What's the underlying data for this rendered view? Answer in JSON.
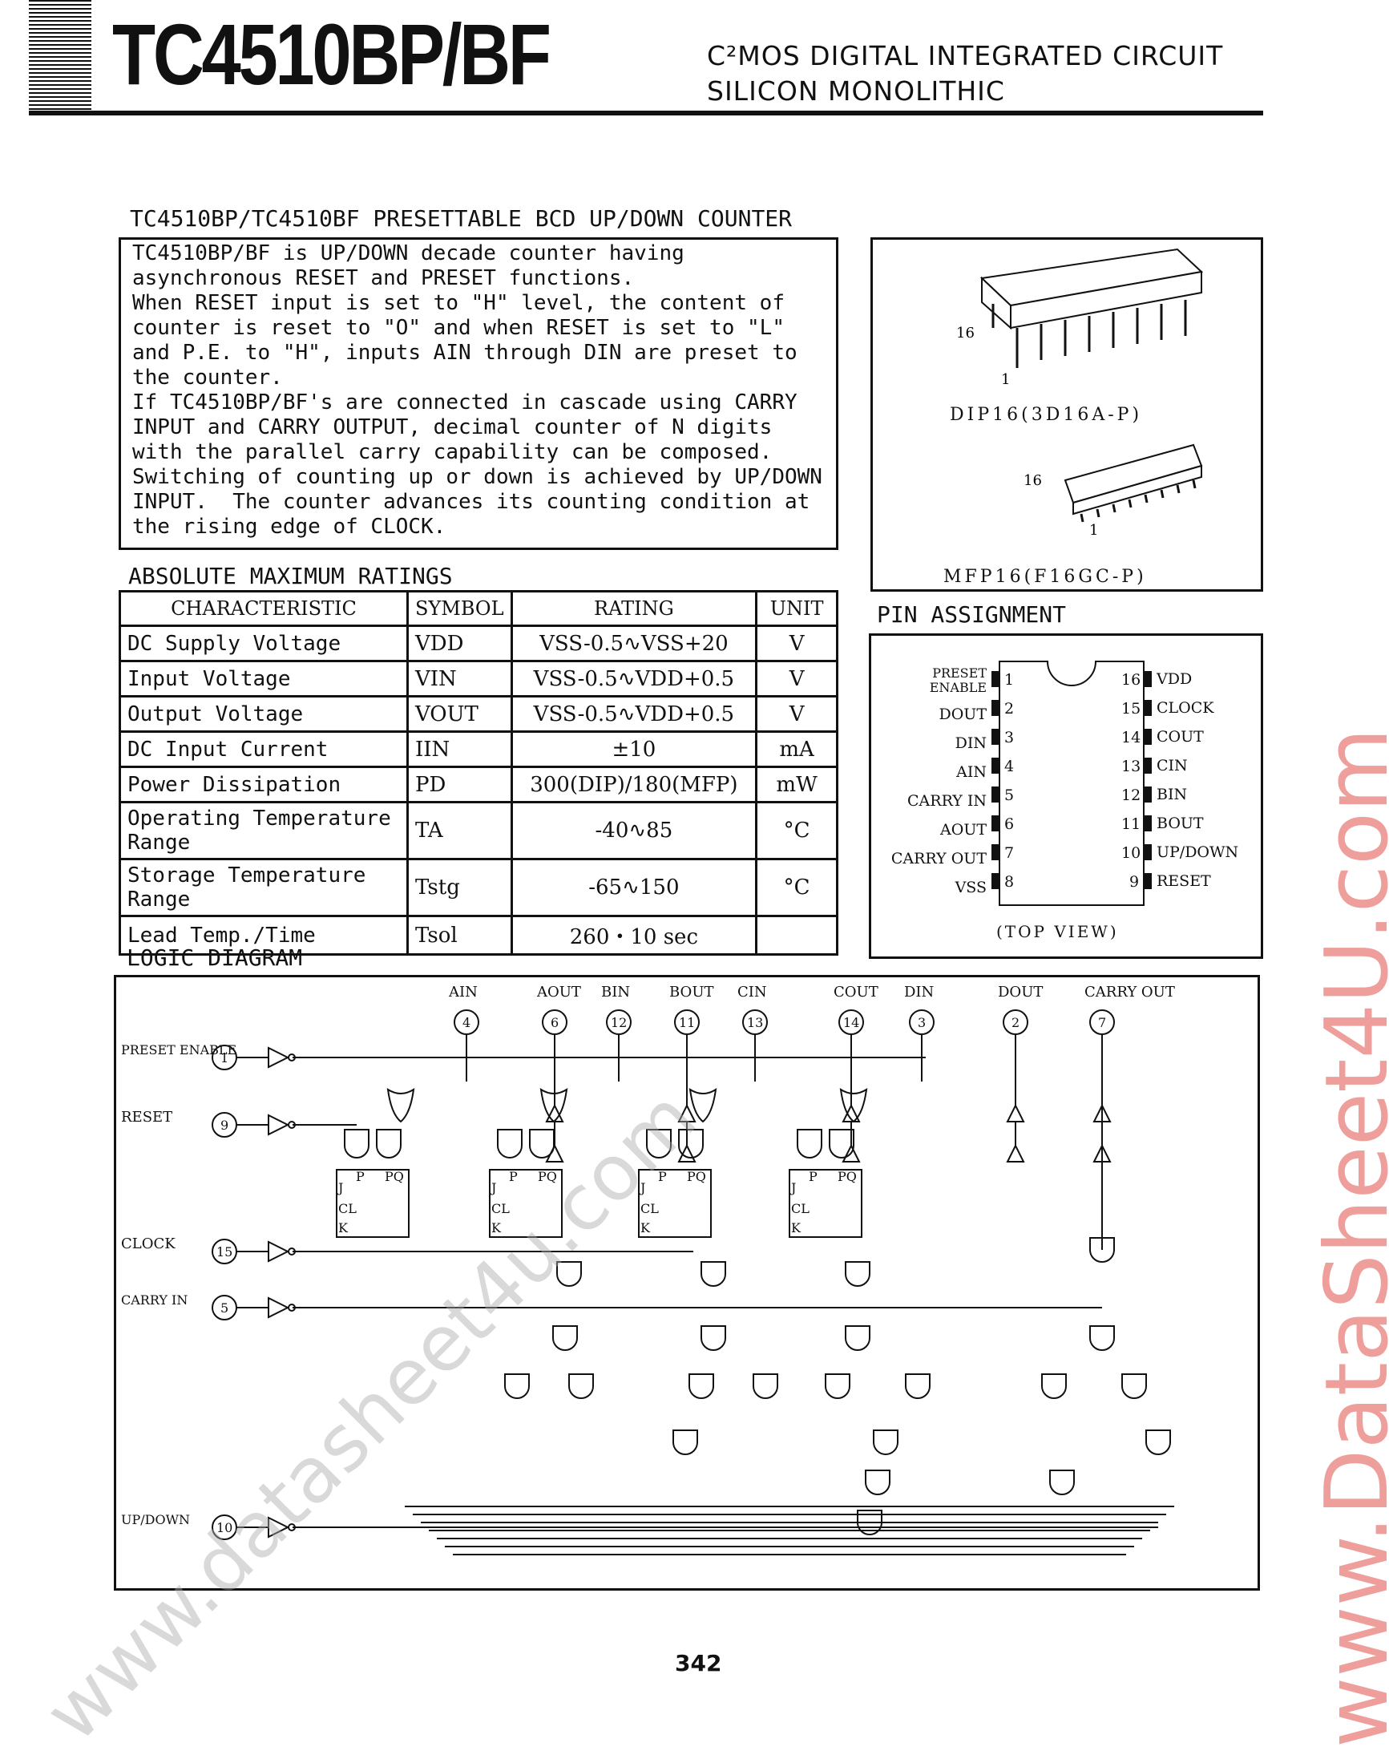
{
  "header": {
    "title": "TC4510BP/BF",
    "subtitle_line1": "C²MOS DIGITAL INTEGRATED CIRCUIT",
    "subtitle_line2": "SILICON MONOLITHIC"
  },
  "section_title": "TC4510BP/TC4510BF PRESETTABLE BCD UP/DOWN COUNTER",
  "description": [
    "TC4510BP/BF is UP/DOWN decade counter having",
    "asynchronous RESET and PRESET functions.",
    "When RESET input is set to \"H\" level, the content of",
    "counter is reset to \"O\" and when RESET is set to \"L\"",
    "and P.E. to \"H\", inputs AIN through DIN are preset to",
    "the counter.",
    "If TC4510BP/BF's are connected in cascade using CARRY",
    "INPUT and CARRY OUTPUT, decimal counter of N digits",
    "with the parallel carry capability can be composed.",
    "Switching of counting up or down is achieved by UP/DOWN",
    "INPUT.  The counter advances its counting condition at",
    "the rising edge of CLOCK."
  ],
  "packages": {
    "dip_label": "DIP16(3D16A-P)",
    "mfp_label": "MFP16(F16GC-P)",
    "pin16": "16",
    "pin1": "1"
  },
  "amr": {
    "title": "ABSOLUTE MAXIMUM RATINGS",
    "headers": [
      "CHARACTERISTIC",
      "SYMBOL",
      "RATING",
      "UNIT"
    ],
    "rows": [
      {
        "ch": "DC Supply Voltage",
        "sym": "VDD",
        "rating": "VSS-0.5∿VSS+20",
        "unit": "V"
      },
      {
        "ch": "Input Voltage",
        "sym": "VIN",
        "rating": "VSS-0.5∿VDD+0.5",
        "unit": "V"
      },
      {
        "ch": "Output Voltage",
        "sym": "VOUT",
        "rating": "VSS-0.5∿VDD+0.5",
        "unit": "V"
      },
      {
        "ch": "DC Input Current",
        "sym": "IIN",
        "rating": "±10",
        "unit": "mA"
      },
      {
        "ch": "Power Dissipation",
        "sym": "PD",
        "rating": "300(DIP)/180(MFP)",
        "unit": "mW"
      },
      {
        "ch": "Operating Temperature Range",
        "sym": "TA",
        "rating": "-40∿85",
        "unit": "°C"
      },
      {
        "ch": "Storage Temperature Range",
        "sym": "Tstg",
        "rating": "-65∿150",
        "unit": "°C"
      },
      {
        "ch": "Lead Temp./Time",
        "sym": "Tsol",
        "rating": "260・10 sec",
        "unit": ""
      }
    ]
  },
  "pin_assignment": {
    "title": "PIN ASSIGNMENT",
    "left": [
      {
        "num": "1",
        "name": "PRESET ENABLE"
      },
      {
        "num": "2",
        "name": "DOUT"
      },
      {
        "num": "3",
        "name": "DIN"
      },
      {
        "num": "4",
        "name": "AIN"
      },
      {
        "num": "5",
        "name": "CARRY IN"
      },
      {
        "num": "6",
        "name": "AOUT"
      },
      {
        "num": "7",
        "name": "CARRY OUT"
      },
      {
        "num": "8",
        "name": "VSS"
      }
    ],
    "right": [
      {
        "num": "16",
        "name": "VDD"
      },
      {
        "num": "15",
        "name": "CLOCK"
      },
      {
        "num": "14",
        "name": "COUT"
      },
      {
        "num": "13",
        "name": "CIN"
      },
      {
        "num": "12",
        "name": "BIN"
      },
      {
        "num": "11",
        "name": "BOUT"
      },
      {
        "num": "10",
        "name": "UP/DOWN"
      },
      {
        "num": "9",
        "name": "RESET"
      }
    ],
    "view": "(TOP VIEW)"
  },
  "logic": {
    "title": "LOGIC DIAGRAM",
    "top_pins": [
      {
        "label": "AIN",
        "num": "4"
      },
      {
        "label": "AOUT",
        "num": "6"
      },
      {
        "label": "BIN",
        "num": "12"
      },
      {
        "label": "BOUT",
        "num": "11"
      },
      {
        "label": "CIN",
        "num": "13"
      },
      {
        "label": "COUT",
        "num": "14"
      },
      {
        "label": "DIN",
        "num": "3"
      },
      {
        "label": "DOUT",
        "num": "2"
      },
      {
        "label": "CARRY OUT",
        "num": "7"
      }
    ],
    "left_pins": [
      {
        "label": "PRESET ENABLE",
        "num": "1"
      },
      {
        "label": "RESET",
        "num": "9"
      },
      {
        "label": "CLOCK",
        "num": "15"
      },
      {
        "label": "CARRY IN",
        "num": "5"
      },
      {
        "label": "UP/DOWN",
        "num": "10"
      }
    ],
    "ff_labels": {
      "j": "J",
      "cl": "CL",
      "k": "K",
      "p": "P",
      "pq": "P̄Q"
    }
  },
  "page_number": "342",
  "watermark_right": "www.DataSheet4U.com",
  "watermark_diag": "www.datasheet4u.com"
}
